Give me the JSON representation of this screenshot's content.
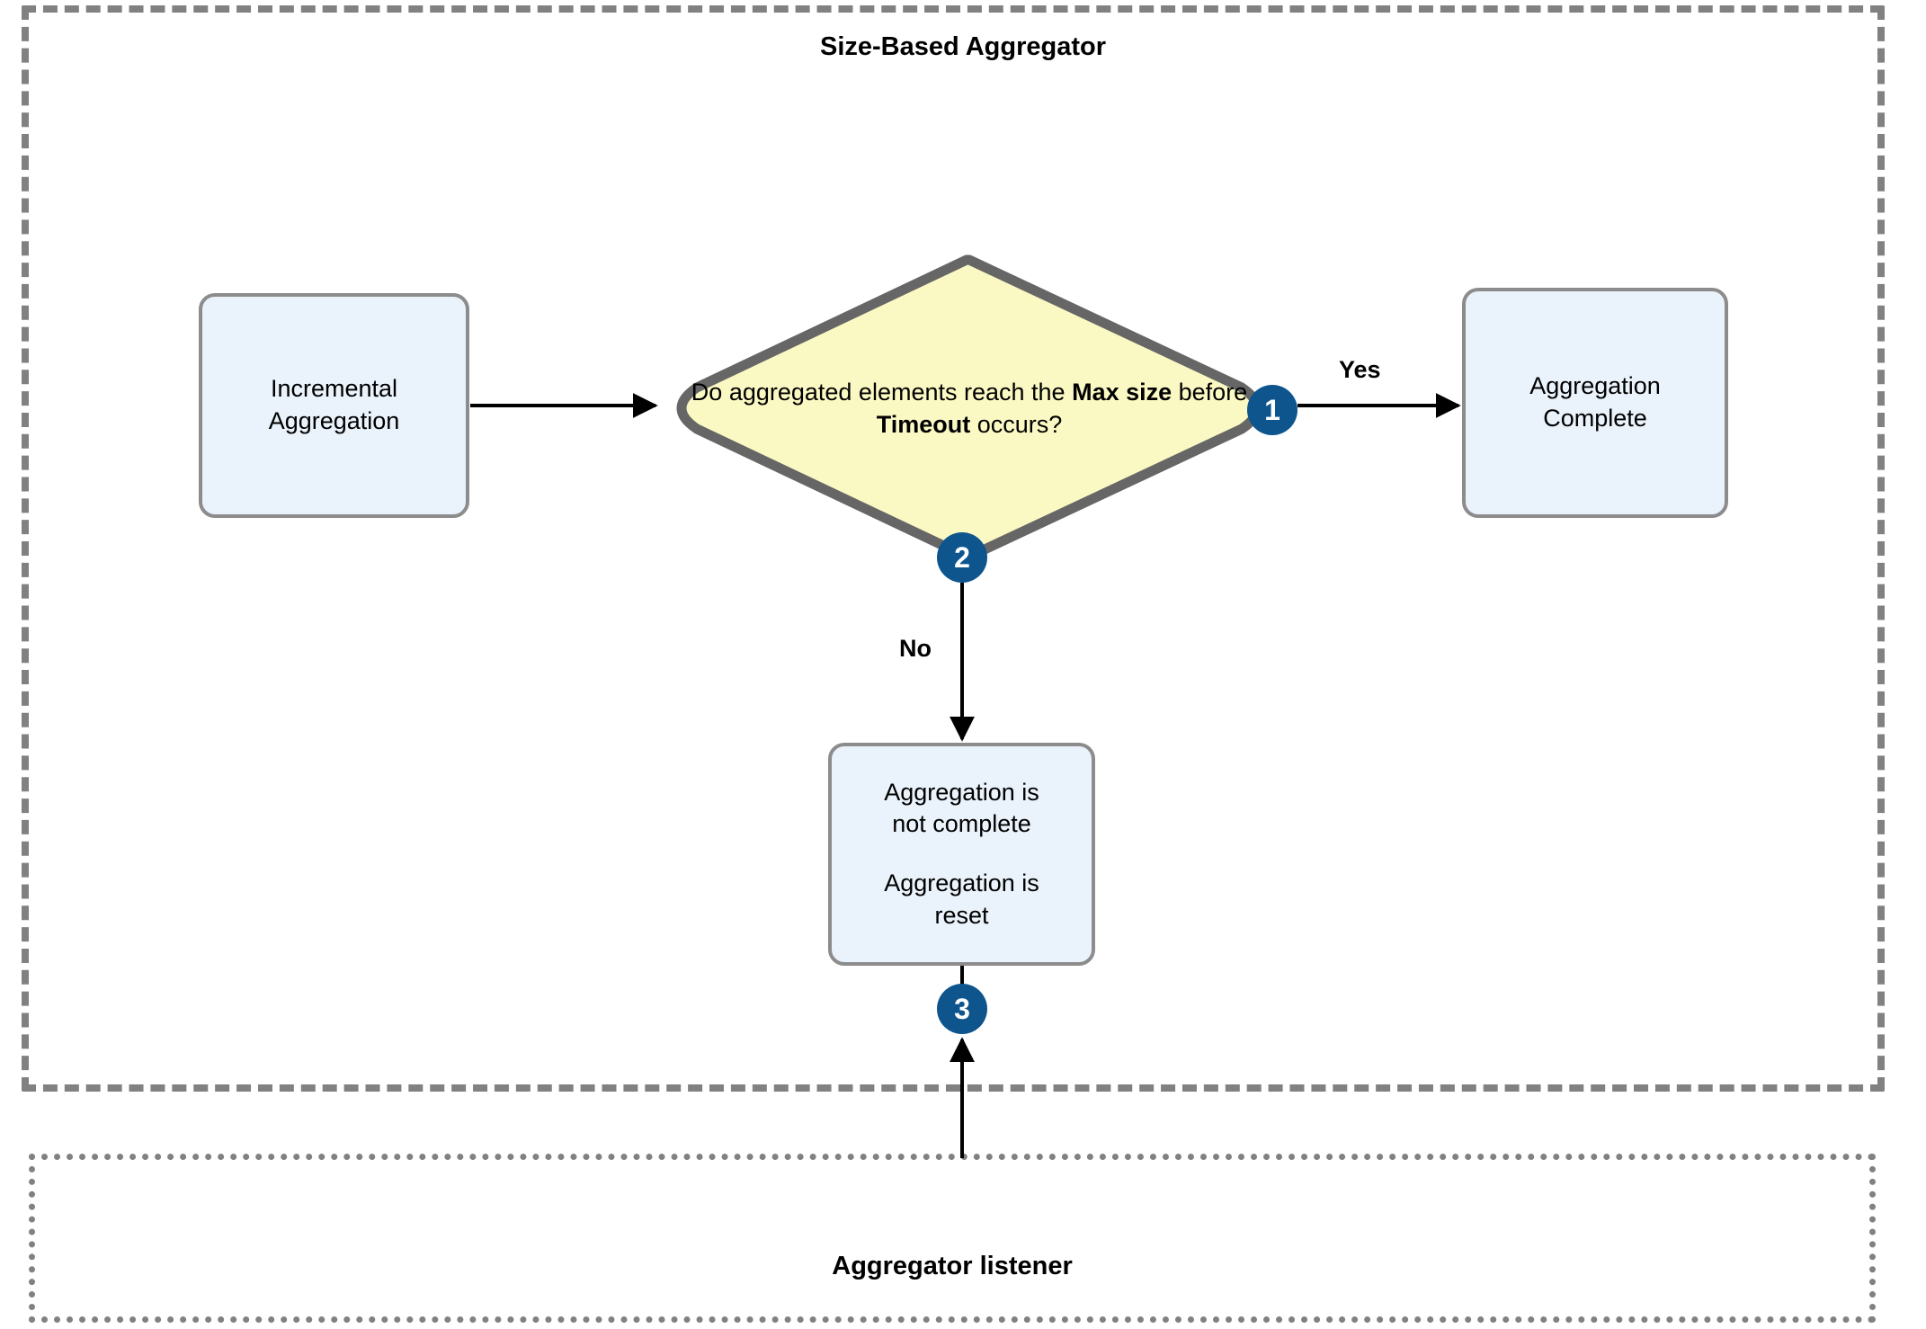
{
  "diagram": {
    "type": "flowchart",
    "title": "Size-Based Aggregator",
    "containers": [
      {
        "id": "size-based-aggregator",
        "label": "Size-Based Aggregator",
        "border_style": "dashed"
      },
      {
        "id": "aggregator-listener",
        "label": "Aggregator listener",
        "border_style": "dotted"
      }
    ],
    "colors": {
      "box_fill": "#eaf2fb",
      "box_border": "#8c8c8c",
      "decision_fill": "#fbf9c3",
      "decision_border": "#666666",
      "badge_fill": "#0e558e",
      "badge_text": "#ffffff",
      "container_border": "#818181",
      "edge": "#000000"
    },
    "nodes": {
      "incremental": {
        "line1": "Incremental",
        "line2": "Aggregation"
      },
      "complete": {
        "line1": "Aggregation",
        "line2": "Complete"
      },
      "reset": {
        "line1": "Aggregation is",
        "line2": "not complete",
        "line3": "Aggregation is",
        "line4": "reset"
      },
      "decision": {
        "part1": "Do aggregated elements reach the ",
        "bold1": "Max size",
        "part2": " before ",
        "bold2": "Timeout",
        "part3": " occurs?"
      }
    },
    "badges": [
      {
        "id": "badge-1",
        "number": "1"
      },
      {
        "id": "badge-2",
        "number": "2"
      },
      {
        "id": "badge-3",
        "number": "3"
      }
    ],
    "edge_labels": {
      "yes": "Yes",
      "no": "No"
    }
  }
}
